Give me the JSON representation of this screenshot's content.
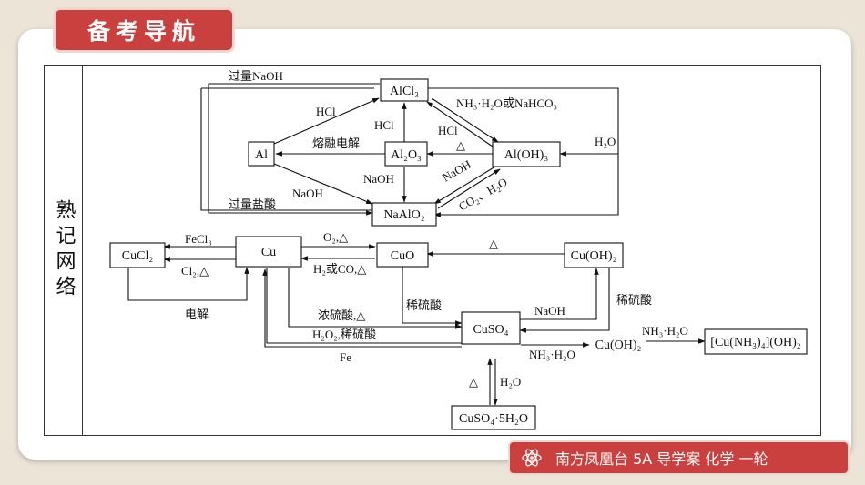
{
  "header": {
    "title": "备考导航"
  },
  "side_label": "熟记网络",
  "nodes": {
    "alcl3": "AlCl₃",
    "al": "Al",
    "al2o3": "Al₂O₃",
    "aloh3": "Al(OH)₃",
    "naalo2": "NaAlO₂",
    "cucl2": "CuCl₂",
    "cu": "Cu",
    "cuo": "CuO",
    "cuoh2_box": "Cu(OH)₂",
    "cuso4": "CuSO₄",
    "cuoh2_free": "Cu(OH)₂",
    "complex": "[Cu(NH₃)₄](OH)₂",
    "hydrate": "CuSO₄·5H₂O"
  },
  "labels": {
    "top_naoh": "过量NaOH",
    "hcl_left": "HCl",
    "hcl_mid": "HCl",
    "hcl_right": "HCl",
    "delta_hcl": "△",
    "nh3_nahco3": "NH₃·H₂O或NaHCO₃",
    "melt": "熔融电解",
    "naoh_mid": "NaOH",
    "naoh_left": "NaOH",
    "naoh_right": "NaOH",
    "co2_h2o": "CO₂、H₂O",
    "h2o_right": "H₂O",
    "excess_hcl": "过量盐酸",
    "fecl3": "FeCl₃",
    "cl2": "Cl₂,△",
    "o2": "O₂,△",
    "h2_co": "H₂或CO,△",
    "delta_cuo": "△",
    "dilute_h2so4_right": "稀硫酸",
    "electrolysis": "电解",
    "dilute_h2so4_cuo": "稀硫酸",
    "naoh_cu": "NaOH",
    "conc_h2so4": "浓硫酸,△",
    "h2o2": "H₂O₂,稀硫酸",
    "fe": "Fe",
    "nh3_h2o_lower": "NH₃·H₂O",
    "nh3_h2o_upper": "NH₃·H₂O",
    "delta_hyd": "△",
    "h2o_hyd": "H₂O"
  },
  "footer": {
    "text": "南方凤凰台  5A 导学案  化学  一轮"
  },
  "colors": {
    "accent": "#c9403e",
    "background": "#ece4d6"
  }
}
